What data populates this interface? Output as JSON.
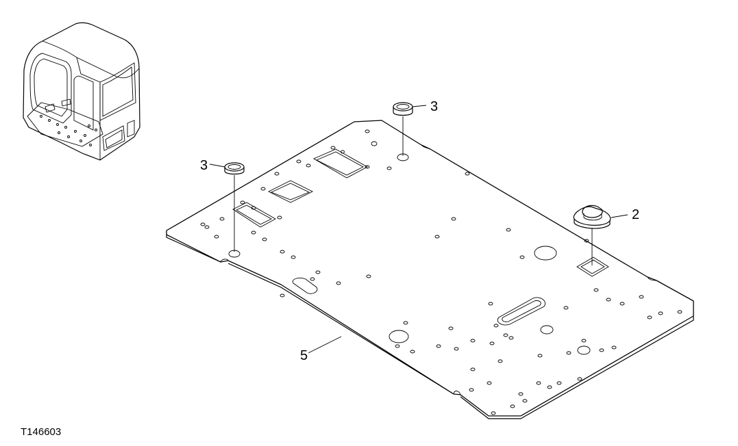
{
  "figure_id": "T146603",
  "callouts": [
    {
      "id": "grommet-left",
      "label": "3"
    },
    {
      "id": "grommet-right",
      "label": "3"
    },
    {
      "id": "plug",
      "label": "2"
    },
    {
      "id": "floor-plate",
      "label": "5"
    }
  ]
}
